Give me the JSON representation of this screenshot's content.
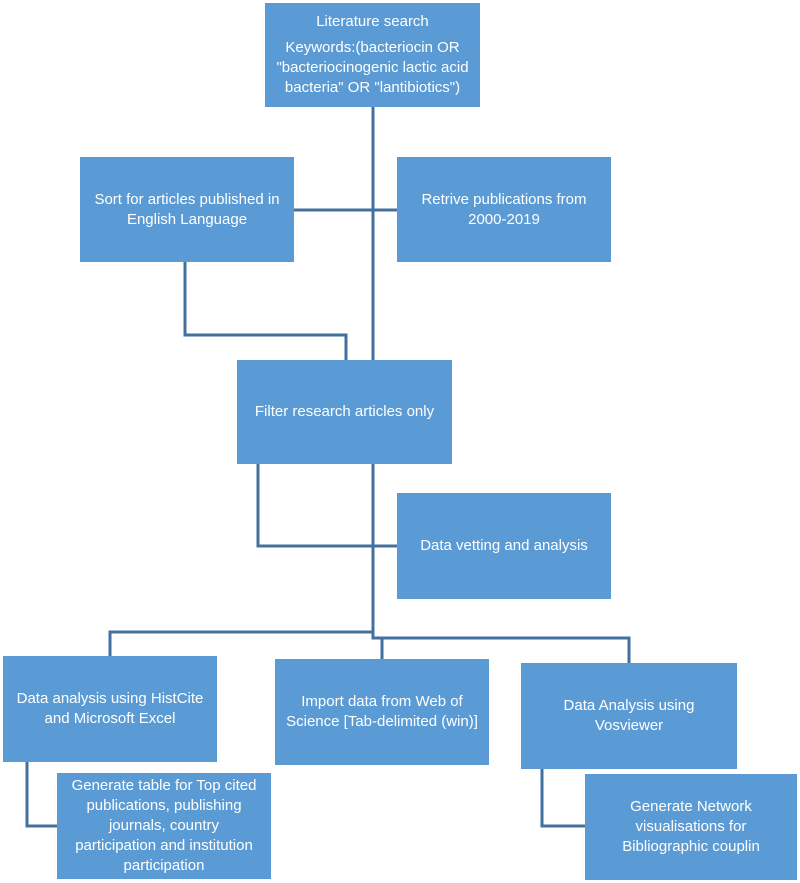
{
  "diagram": {
    "literature_search": {
      "title": "Literature search",
      "lines": [
        "Keywords:(bacteriocin OR",
        "\"bacteriocinogenic lactic acid",
        "bacteria\" OR \"lantibiotics\")"
      ]
    },
    "sort_english": {
      "lines": [
        "Sort for articles published in",
        "English Language"
      ]
    },
    "retrieve": {
      "lines": [
        "Retrive publications from",
        "2000-2019"
      ]
    },
    "filter_research": {
      "lines": [
        "Filter research articles only"
      ]
    },
    "data_vetting": {
      "lines": [
        "Data vetting and analysis"
      ]
    },
    "histcite": {
      "lines": [
        "Data analysis using HistCite",
        "and Microsoft Excel"
      ]
    },
    "import_data": {
      "lines": [
        "Import data from Web of",
        "Science [Tab-delimited (win)]"
      ]
    },
    "vosviewer": {
      "lines": [
        "Data Analysis using",
        "Vosviewer"
      ]
    },
    "generate_table": {
      "lines": [
        "Generate table for Top cited",
        "publications, publishing",
        "journals, country",
        "participation and institution",
        "participation"
      ]
    },
    "generate_network": {
      "lines": [
        "Generate Network",
        "visualisations for",
        "Bibliographic couplin"
      ]
    },
    "colors": {
      "box_fill": "#5b9bd5",
      "connector": "#41719c",
      "text": "#ffffff"
    }
  }
}
